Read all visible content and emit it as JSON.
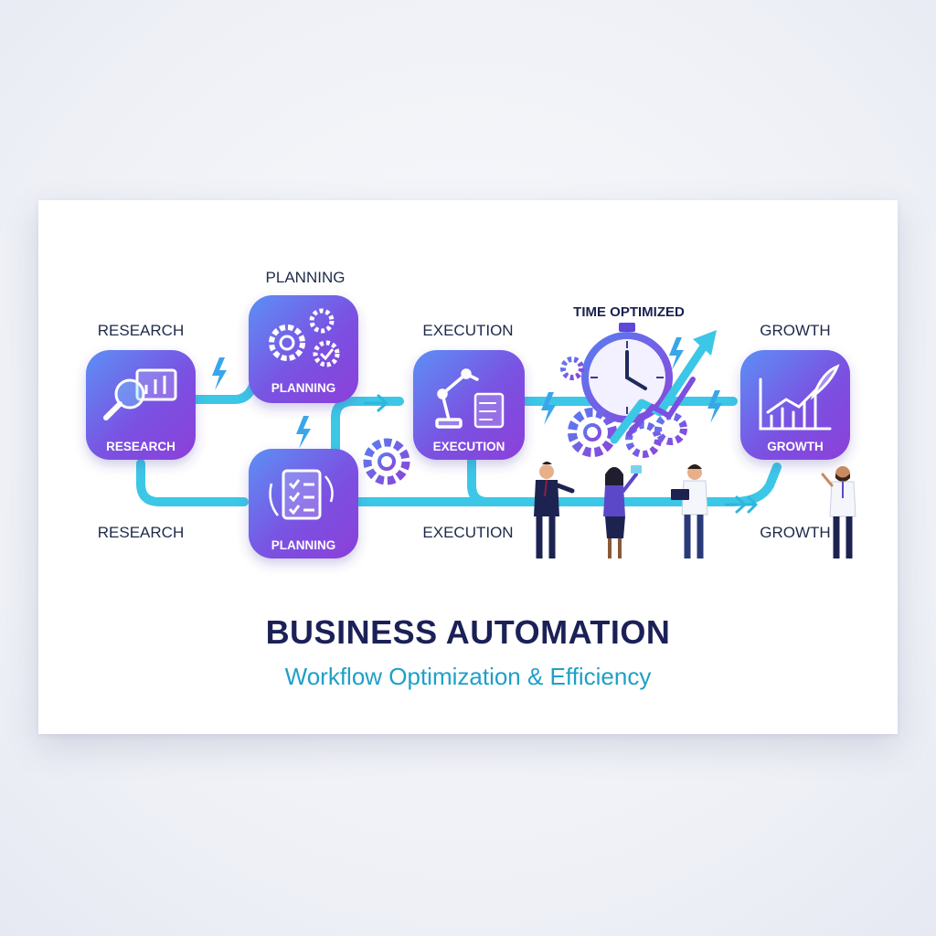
{
  "colors": {
    "accent_cyan": "#3cc7e6",
    "tile_purple": "#7b4fe0",
    "tile_blue": "#4b7cf0",
    "title_navy": "#1b2157",
    "subtitle_teal": "#1ea0c8"
  },
  "steps": {
    "research_top": "RESEARCH",
    "research_bottom": "RESEARCH",
    "planning_top": "PLANNING",
    "execution_top": "EXECUTION",
    "execution_bottom": "EXECUTION",
    "growth_top": "GROWTH",
    "growth_bottom": "GROWTH"
  },
  "tiles": {
    "research": "RESEARCH",
    "planning_top": "PLANNING",
    "planning_bottom": "PLANNING",
    "execution": "EXECUTION",
    "growth": "GROWTH"
  },
  "highlight": "TIME OPTIMIZED",
  "title": "BUSINESS AUTOMATION",
  "subtitle": "Workflow Optimization & Efficiency",
  "icons": [
    "magnifier-chart-icon",
    "gears-icon",
    "checklist-icon",
    "robot-arm-icon",
    "stopwatch-icon",
    "rocket-chart-icon",
    "lightning-icon",
    "gear-icon"
  ]
}
